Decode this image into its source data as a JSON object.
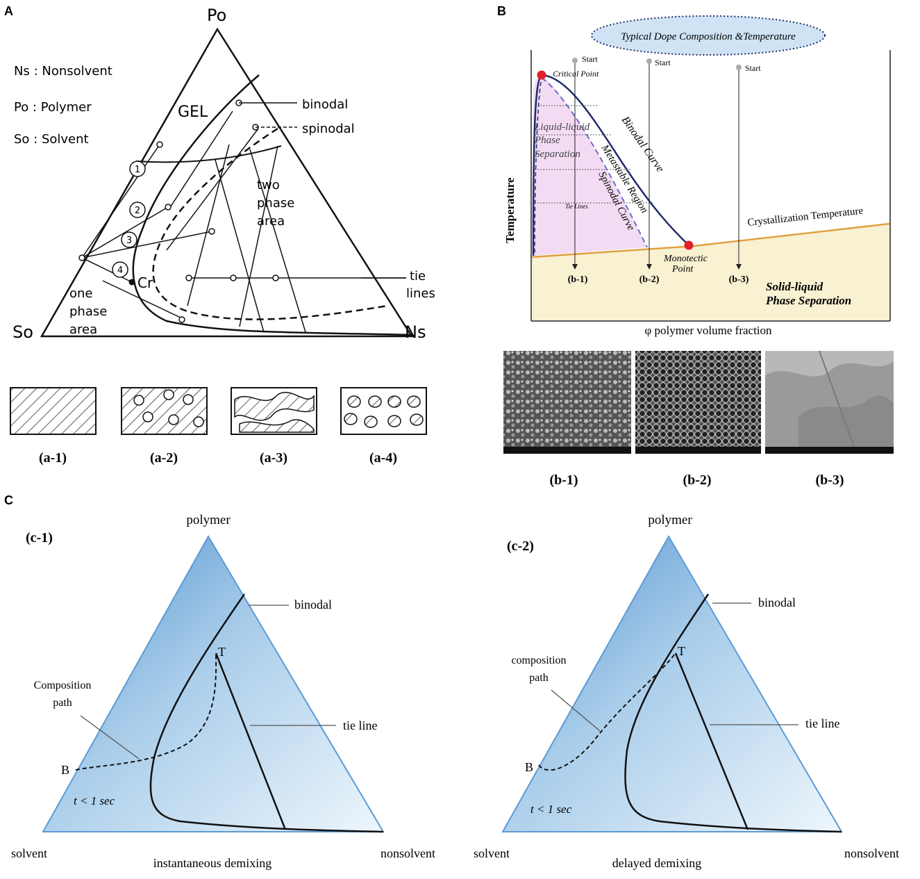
{
  "panel_labels": {
    "a": "A",
    "b": "B",
    "c": "C"
  },
  "panel_a": {
    "vertices": {
      "top": "Po",
      "left": "So",
      "right": "Ns"
    },
    "legend": [
      "Ns : Nonsolvent",
      "Po : Polymer",
      "So : Solvent"
    ],
    "regions": {
      "gel": "GEL",
      "two_phase_1": "two",
      "two_phase_2": "phase",
      "two_phase_3": "area",
      "one_phase_1": "one",
      "one_phase_2": "phase",
      "one_phase_3": "area"
    },
    "curve_labels": {
      "binodal": "binodal",
      "spinodal": "spinodal",
      "tie_1": "tie",
      "tie_2": "lines",
      "critical": "Cr"
    },
    "paths": [
      "1",
      "2",
      "3",
      "4"
    ],
    "morphology_labels": [
      "(a-1)",
      "(a-2)",
      "(a-3)",
      "(a-4)"
    ]
  },
  "panel_b": {
    "banner": "Typical Dope Composition &Temperature",
    "start_labels": [
      "Start",
      "Start",
      "Start"
    ],
    "critical_point": "Critical Point",
    "liquid_liquid_1": "Liquid-liquid",
    "liquid_liquid_2": "Phase",
    "liquid_liquid_3": "Separation",
    "binodal_curve": "Binodal Curve",
    "metastable_region": "Metastable Region",
    "spinodal_curve": "Spinodal Curve",
    "tie_lines": "Tie Lines",
    "monotectic_1": "Monotectic",
    "monotectic_2": "Point",
    "crystallization": "Crystallization Temperature",
    "solid_liquid_1": "Solid-liquid",
    "solid_liquid_2": "Phase Separation",
    "y_axis": "Temperature",
    "x_axis": "φ polymer volume fraction",
    "path_labels": [
      "(b-1)",
      "(b-2)",
      "(b-3)"
    ],
    "image_labels": [
      "(b-1)",
      "(b-2)",
      "(b-3)"
    ]
  },
  "panel_c": {
    "left": {
      "tag": "(c-1)",
      "top": "polymer",
      "solvent": "solvent",
      "nonsolvent": "nonsolvent",
      "binodal": "binodal",
      "tie_line": "tie line",
      "path_1": "Composition",
      "path_2": "path",
      "point_b": "B",
      "point_t": "T",
      "time": "t < 1 sec",
      "caption": "instantaneous demixing"
    },
    "right": {
      "tag": "(c-2)",
      "top": "polymer",
      "solvent": "solvent",
      "nonsolvent": "nonsolvent",
      "binodal": "binodal",
      "tie_line": "tie line",
      "path_1": "composition",
      "path_2": "path",
      "point_b": "B",
      "point_t": "T",
      "time": "t < 1 sec",
      "caption": "delayed demixing"
    }
  },
  "colors": {
    "blue_dark": "#5b9bd5",
    "blue_light": "#e8f3fb",
    "pink": "#f3dcf3",
    "cream": "#f8f1d2",
    "navy": "#1f2a6b",
    "orange": "#e0a040",
    "red": "#e0202a"
  }
}
